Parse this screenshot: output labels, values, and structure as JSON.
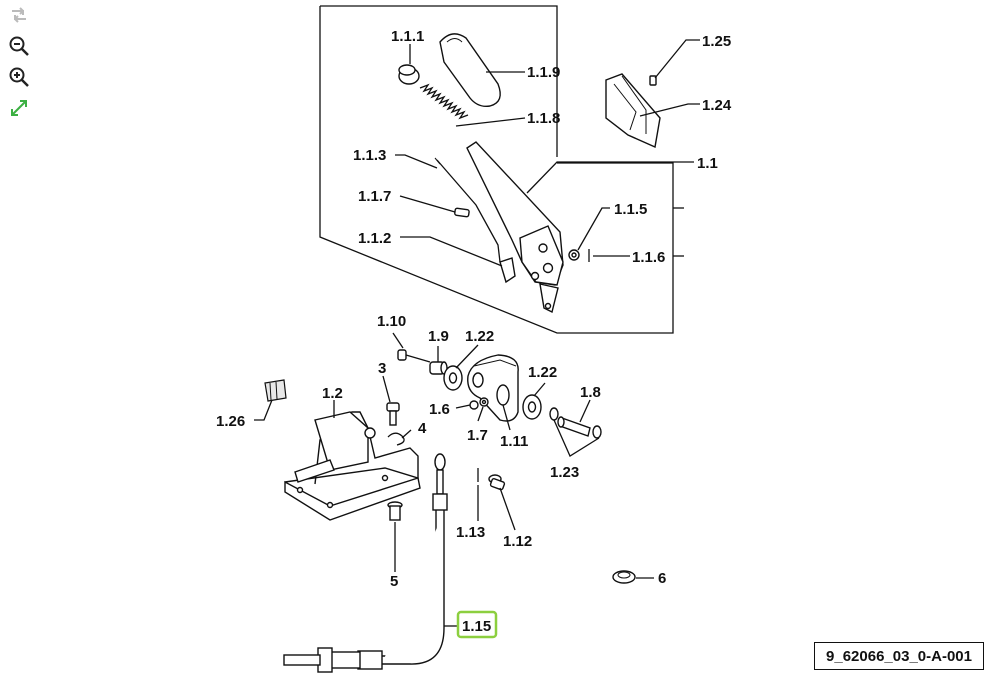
{
  "toolbar": {
    "icons": [
      "rotate-icon",
      "zoom-out-icon",
      "zoom-in-icon",
      "expand-icon"
    ],
    "accent": "#3cb043"
  },
  "diagram": {
    "reference": "9_62066_03_0-A-001",
    "highlight_color": "#8ccf3f",
    "highlighted": "1.15",
    "labels": {
      "l1_1_1": "1.1.1",
      "l1_1_9": "1.1.9",
      "l1_1_8": "1.1.8",
      "l1_1_3": "1.1.3",
      "l1_1_7": "1.1.7",
      "l1_1_2": "1.1.2",
      "l1_1": "1.1",
      "l1_1_5": "1.1.5",
      "l1_1_6": "1.1.6",
      "l1_25": "1.25",
      "l1_24": "1.24",
      "l1_10": "1.10",
      "l1_9": "1.9",
      "l1_22a": "1.22",
      "l1_22b": "1.22",
      "l3": "3",
      "l1_2": "1.2",
      "l1_26": "1.26",
      "l1_6": "1.6",
      "l4": "4",
      "l1_7": "1.7",
      "l1_11": "1.11",
      "l1_8": "1.8",
      "l1_23": "1.23",
      "l1_13": "1.13",
      "l1_12": "1.12",
      "l5": "5",
      "l6": "6",
      "l1_15": "1.15"
    }
  }
}
